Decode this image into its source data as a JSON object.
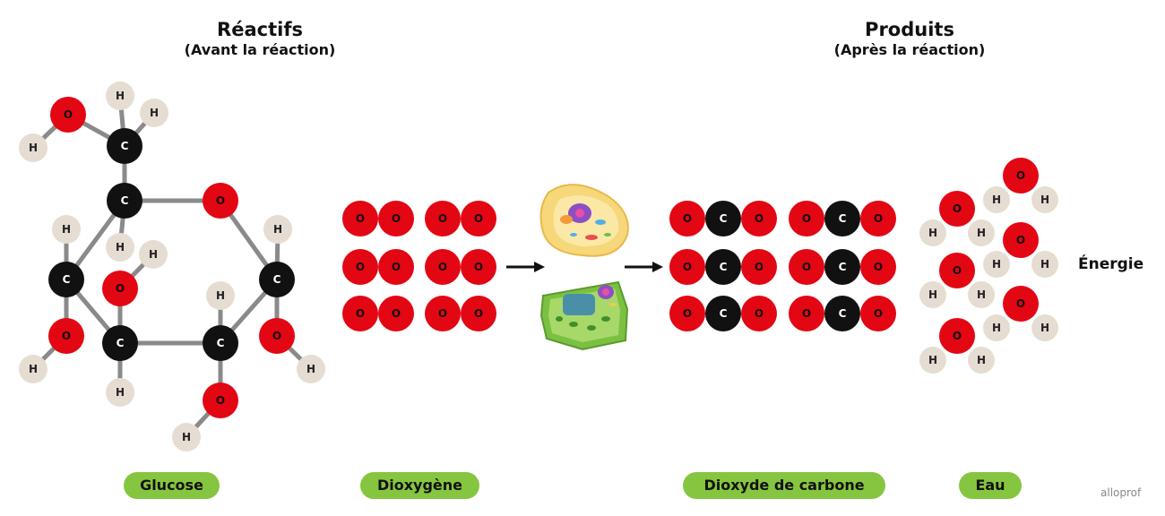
{
  "reactants": {
    "title": "Réactifs",
    "subtitle": "(Avant la réaction)"
  },
  "products": {
    "title": "Produits",
    "subtitle": "(Après la réaction)"
  },
  "labels": {
    "glucose": "Glucose",
    "dioxygen": "Dioxygène",
    "co2": "Dioxyde de carbone",
    "water": "Eau"
  },
  "energy": "Énergie",
  "logo": "alloprof",
  "atoms": {
    "O": "O",
    "C": "C",
    "H": "H"
  },
  "colors": {
    "oxygen": "#e30613",
    "carbon": "#111111",
    "hydrogen": "#e6ddd2",
    "bond": "#8a8a8a",
    "pill": "#86c540"
  }
}
